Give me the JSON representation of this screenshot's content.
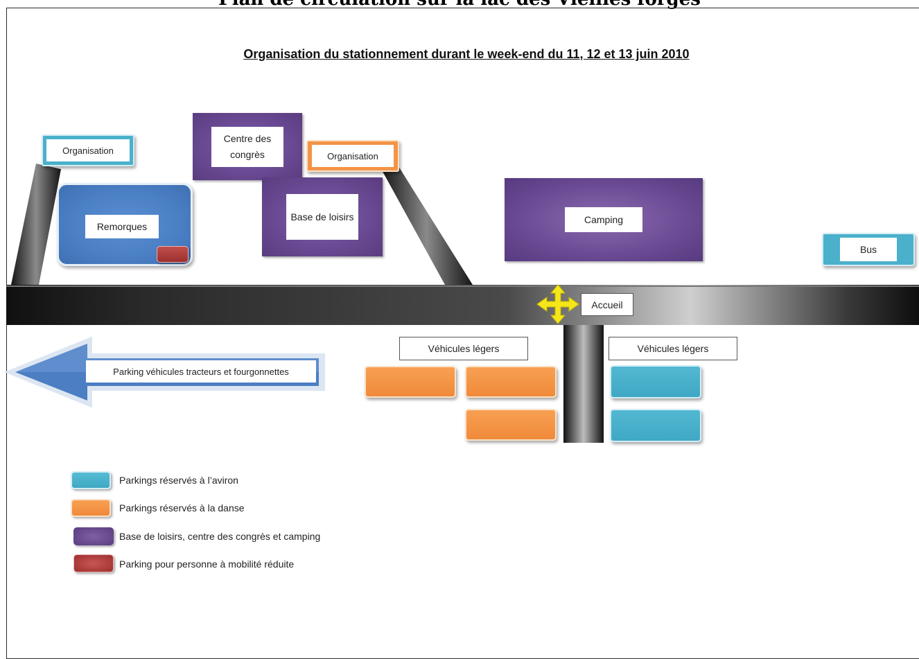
{
  "page_title": "Plan de circulation sur la lac des Vieilles forges",
  "map_title": "Organisation du stationnement durant le week-end du 11, 12 et 13 juin 2010",
  "places": {
    "organisation_left": "Organisation",
    "organisation_right": "Organisation",
    "centre_congres": "Centre des congrès",
    "base_loisirs": "Base de loisirs",
    "remorques": "Remorques",
    "camping": "Camping",
    "bus": "Bus",
    "accueil": "Accueil",
    "vehicules_legers_left": "Véhicules légers",
    "vehicules_legers_right": "Véhicules légers",
    "parking_arrow": "Parking véhicules tracteurs et fourgonnettes"
  },
  "legend": [
    {
      "color": "#4bb0cb",
      "text": "Parkings réservés à l’aviron"
    },
    {
      "color": "#f39447",
      "text": "Parkings réservés à la danse"
    },
    {
      "color": "#6a4a93",
      "text": "Base de loisirs, centre des congrès et camping"
    },
    {
      "color": "#b23a3a",
      "text": "Parking pour personne à mobilité réduite"
    }
  ],
  "colors": {
    "aviron": "#4bb0cb",
    "danse": "#f39447",
    "loisirs": "#6a4a93",
    "pmr": "#b23a3a",
    "remorques": "#4a7fc4",
    "road": "#1e1e1e",
    "accueil_marker": "#f5e61a"
  },
  "icons": {
    "accueil_marker": "four-way-arrow-icon",
    "parking_arrow": "left-arrow-icon"
  }
}
